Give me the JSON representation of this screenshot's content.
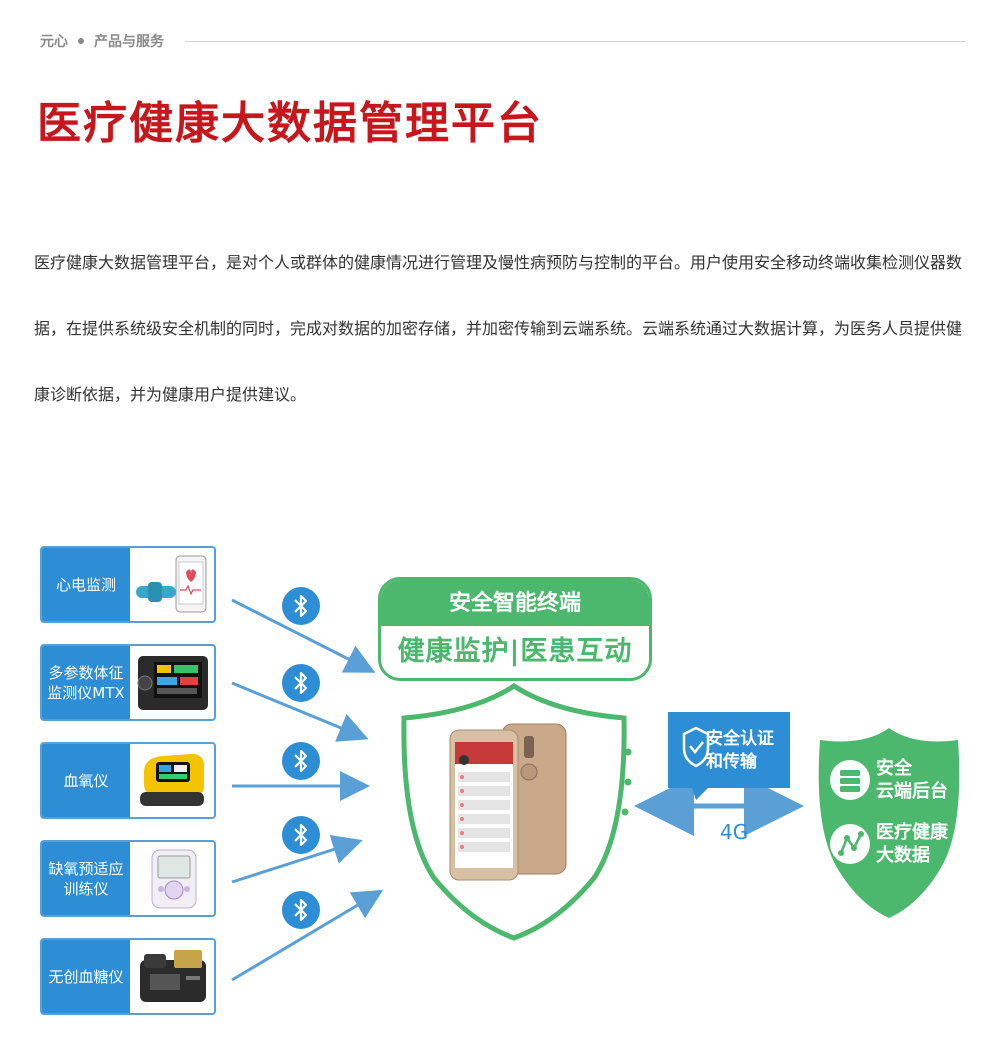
{
  "breadcrumb": {
    "home": "元心",
    "section": "产品与服务"
  },
  "page_title": "医疗健康大数据管理平台",
  "description": "医疗健康大数据管理平台，是对个人或群体的健康情况进行管理及慢性病预防与控制的平台。用户使用安全移动终端收集检测仪器数据，在提供系统级安全机制的同时，完成对数据的加密存储，并加密传输到云端系统。云端系统通过大数据计算，为医务人员提供健康诊断依据，并为健康用户提供建议。",
  "devices": [
    {
      "label": "心电监测"
    },
    {
      "label": "多参数体征监测仪MTX"
    },
    {
      "label": "血氧仪"
    },
    {
      "label": "缺氧预适应训练仪"
    },
    {
      "label": "无创血糖仪"
    }
  ],
  "connection_icon": "bluetooth-icon",
  "terminal": {
    "title": "安全智能终端",
    "subtitle": "健康监护|医患互动"
  },
  "security": {
    "line1": "安全认证",
    "line2": "和传输",
    "icon": "shield-check-icon"
  },
  "network_label": "4G",
  "cloud": {
    "item1_line1": "安全",
    "item1_line2": "云端后台",
    "item1_icon": "database-icon",
    "item2_line1": "医疗健康",
    "item2_line2": "大数据",
    "item2_icon": "network-icon"
  },
  "colors": {
    "brand_red": "#c8161d",
    "blue": "#2d8ed6",
    "green": "#4cb86d"
  }
}
